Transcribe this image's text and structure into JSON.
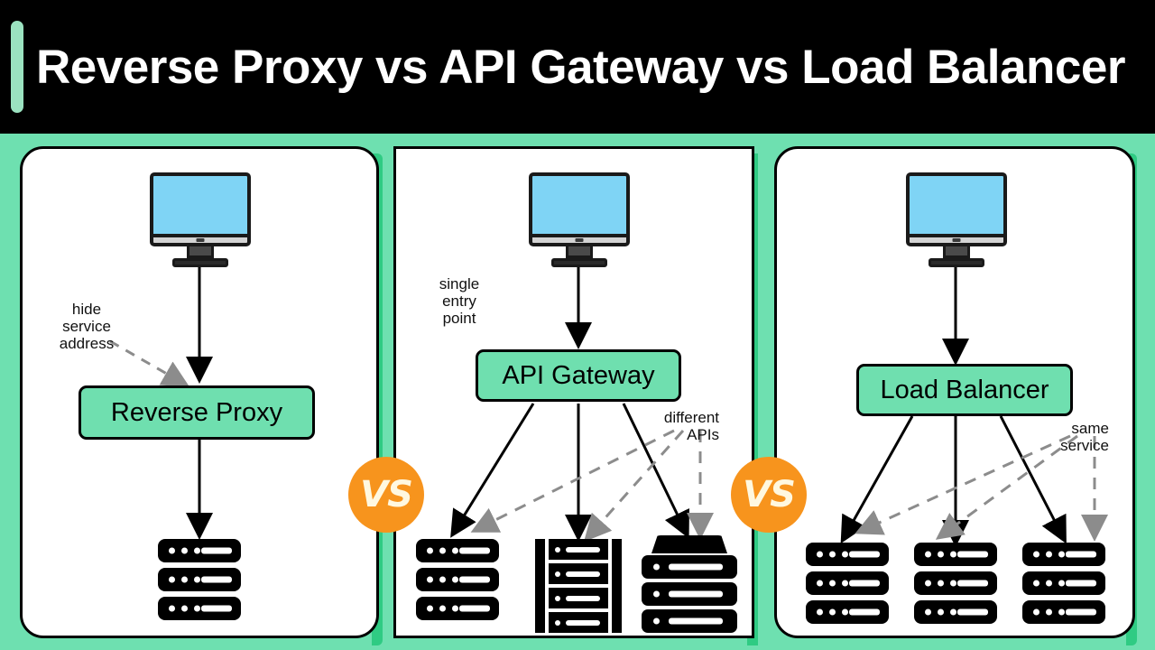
{
  "header": {
    "title": "Reverse Proxy vs API Gateway vs Load Balancer",
    "accent_color": "#9BE2C0",
    "background_color": "#000000",
    "text_color": "#FFFFFF"
  },
  "theme": {
    "page_background": "#6EE0B0",
    "panel_background": "#FFFFFF",
    "panel_border": "#000000",
    "panel_shadow": "#2FCB83",
    "label_box_fill": "#6FDFAF",
    "monitor_screen": "#7FD4F5",
    "badge_fill": "#F7941D",
    "badge_text": "#FFF8E0",
    "annotation_color": "#111111",
    "dashed_arrow_color": "#8C8C8C",
    "solid_arrow_color": "#000000"
  },
  "separators": [
    {
      "label": "VS",
      "name": "vs-badge-1"
    },
    {
      "label": "VS",
      "name": "vs-badge-2"
    }
  ],
  "panels": [
    {
      "id": "reverse-proxy",
      "title": "Reverse Proxy",
      "client_icon": "monitor-icon",
      "annotation": "hide\nservice\naddress",
      "backends": [
        {
          "icon": "server-stack-icon",
          "units": 3
        }
      ]
    },
    {
      "id": "api-gateway",
      "title": "API Gateway",
      "client_icon": "monitor-icon",
      "annotation_left": "single\nentry\npoint",
      "annotation_right": "different\nAPIs",
      "backends": [
        {
          "icon": "server-stack-icon",
          "units": 3
        },
        {
          "icon": "server-rack-icon",
          "units": 4
        },
        {
          "icon": "database-server-icon",
          "units": 3
        }
      ]
    },
    {
      "id": "load-balancer",
      "title": "Load Balancer",
      "client_icon": "monitor-icon",
      "annotation_right": "same\nservice",
      "backends": [
        {
          "icon": "server-stack-icon",
          "units": 3
        },
        {
          "icon": "server-stack-icon",
          "units": 3
        },
        {
          "icon": "server-stack-icon",
          "units": 3
        }
      ]
    }
  ]
}
